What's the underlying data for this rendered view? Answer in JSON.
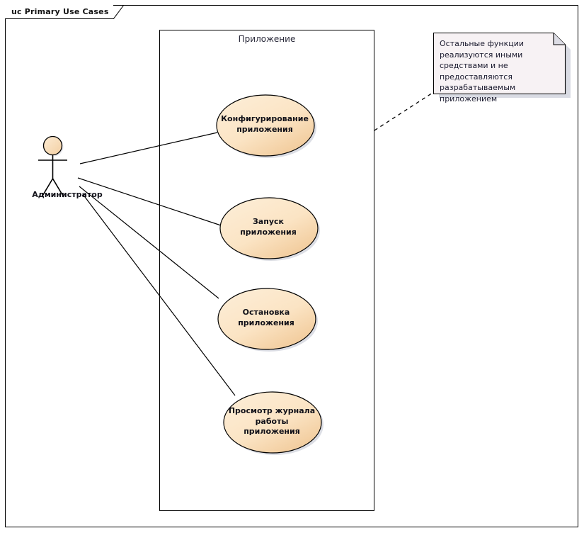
{
  "diagram": {
    "title_tab": "uc Primary Use Cases",
    "boundary_label": "Приложение",
    "colors": {
      "usecase_fill_light": "#fdecd4",
      "usecase_fill_dark": "#f2cda0",
      "usecase_stroke": "#000000",
      "note_fill": "#f7f2f4",
      "note_stroke": "#000000",
      "line_color": "#000000",
      "text_color": "#101018",
      "shadow_color": "#b9bdcc"
    }
  },
  "actor": {
    "name": "Администратор",
    "icon": "stick-figure-actor-icon"
  },
  "use_cases": [
    {
      "id": "configure",
      "label": "Конфигурирование\nприложения"
    },
    {
      "id": "start",
      "label": "Запуск приложения"
    },
    {
      "id": "stop",
      "label": "Остановка\nприложения"
    },
    {
      "id": "view-log",
      "label": "Просмотр журнала\nработы приложения"
    }
  ],
  "note": {
    "text": "Остальные функции реализуются иными средствами и не предоставляются разрабатываемым приложением"
  }
}
